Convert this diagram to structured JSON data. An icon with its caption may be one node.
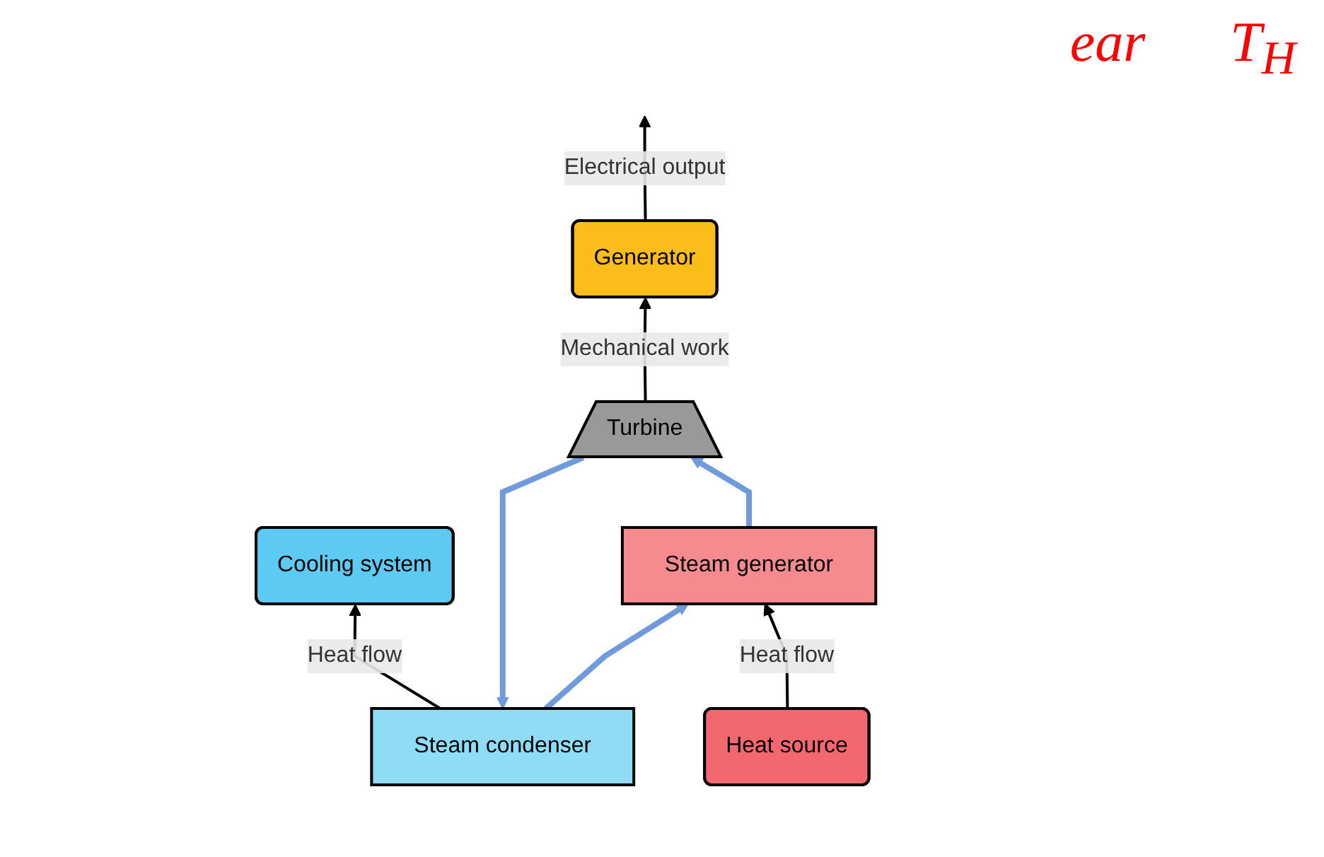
{
  "diagram": {
    "nodes": [
      {
        "text": [
          "Cooling system"
        ]
      },
      {
        "text": [
          "Steam condenser"
        ]
      },
      {
        "text": [
          "Turbine"
        ]
      },
      {
        "text": [
          "Steam generator"
        ]
      },
      {
        "text": [
          "Generator"
        ]
      },
      {
        "text": [
          "Heat source"
        ]
      }
    ],
    "edges": [
      {
        "from": 1,
        "to": 0,
        "arrow": "to",
        "label": "Heat flow"
      },
      {
        "from": 5,
        "to": 3,
        "arrow": "to",
        "label": "Heat flow"
      },
      {
        "from": 3,
        "to": 2,
        "arrow": "to",
        "style": "thick",
        "color": "#6f9bdc"
      },
      {
        "from": 2,
        "to": 1,
        "arrow": "to",
        "style": "thick",
        "color": "#6f9bdc"
      },
      {
        "from": 1,
        "to": 3,
        "arrow": "to",
        "style": "thick",
        "color": "#6f9bdc"
      },
      {
        "from": 2,
        "to": 4,
        "arrow": "to",
        "label": "Mechanical work"
      },
      {
        "from": 4,
        "to": null,
        "arrow": "to",
        "label": "Electrical output"
      }
    ],
    "labels": [
      "ear",
      "T$_{H}$"
    ]
  }
}
